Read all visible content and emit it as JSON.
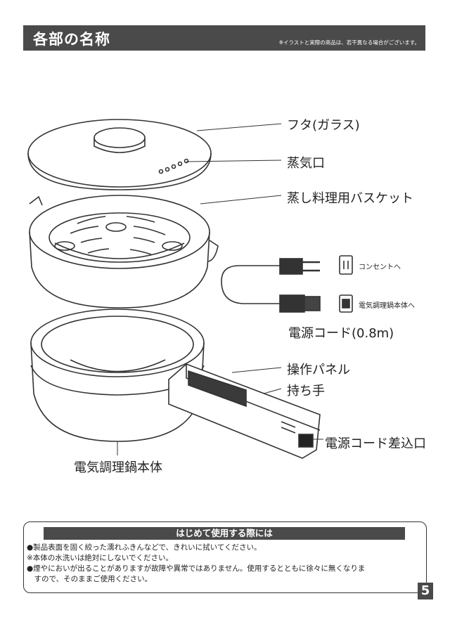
{
  "header": {
    "title": "各部の名称",
    "note": "※イラストと実際の商品は、若干異なる場合がございます。"
  },
  "labels": {
    "lid": "フタ(ガラス)",
    "vent": "蒸気口",
    "basket": "蒸し料理用バスケット",
    "outlet_end": "コンセントへ",
    "body_end": "電気調理鍋本体へ",
    "cord": "電源コード(0.8m)",
    "panel": "操作パネル",
    "handle": "持ち手",
    "cord_inlet": "電源コード差込口",
    "pot": "電気調理鍋本体"
  },
  "notice": {
    "title": "はじめて使用する際には",
    "lines": [
      "●製品表面を固く絞った濡れふきんなどで、きれいに拭いてください。",
      "※本体の水洗いは絶対にしないでください。",
      "●煙やにおいが出ることがありますが故障や異常ではありません。使用するとともに徐々に無くなりま",
      "　すので、そのままご使用ください。"
    ]
  },
  "page_number": "5"
}
